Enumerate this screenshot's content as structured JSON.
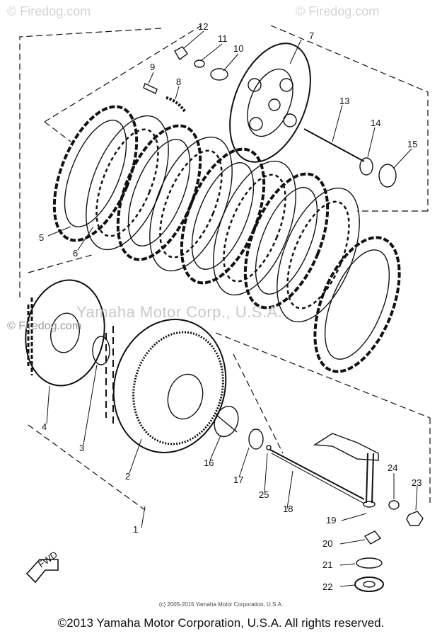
{
  "watermarks": {
    "top_left": "© Firedog.com",
    "top_right": "© Firedog.com",
    "mid_left": "© Firedog.com",
    "center": "Yamaha Motor Corp., U.S.A."
  },
  "fine_copyright": "(c) 2005-2015 Yamaha Motor Corporation, U.S.A.",
  "footer_copyright": "©2013 Yamaha Motor Corporation, U.S.A. All rights reserved.",
  "fwd_label": "FWD",
  "parts": [
    "1",
    "2",
    "3",
    "4",
    "5",
    "6",
    "7",
    "8",
    "9",
    "10",
    "11",
    "12",
    "13",
    "14",
    "15",
    "16",
    "17",
    "18",
    "19",
    "20",
    "21",
    "22",
    "23",
    "24",
    "25"
  ],
  "colors": {
    "ink": "#111111",
    "watermark": "#cccccc"
  }
}
